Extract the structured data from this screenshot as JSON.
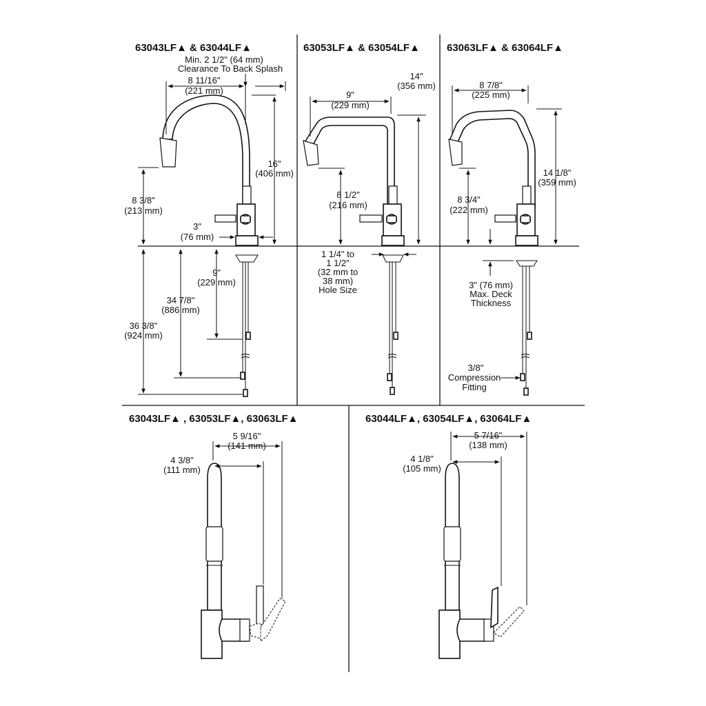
{
  "panels": {
    "p1": {
      "title": "63043LF▲ & 63044LF▲"
    },
    "p2": {
      "title": "63053LF▲ & 63054LF▲"
    },
    "p3": {
      "title": "63063LF▲ & 63064LF▲"
    },
    "p4": {
      "title": "63043LF▲ , 63053LF▲, 63063LF▲"
    },
    "p5": {
      "title": "63044LF▲, 63054LF▲, 63064LF▲"
    }
  },
  "dims": {
    "p1_clearance": [
      "Min. 2 1/2\" (64 mm)",
      "Clearance To Back Splash"
    ],
    "p1_reach": [
      "8 11/16\"",
      "(221 mm)"
    ],
    "p1_height": [
      "16\"",
      "(406 mm)"
    ],
    "p1_spout_height": [
      "8 3/8\"",
      "(213 mm)"
    ],
    "p1_base": [
      "3\"",
      "(76 mm)"
    ],
    "p1_shank": [
      "9\"",
      "(229 mm)"
    ],
    "p1_supply": [
      "34 7/8\"",
      "(886 mm)"
    ],
    "p1_total": [
      "36 3/8\"",
      "(924 mm)"
    ],
    "p2_height": [
      "14\"",
      "(356 mm)"
    ],
    "p2_reach": [
      "9\"",
      "(229 mm)"
    ],
    "p2_spout_height": [
      "8 1/2\"",
      "(216 mm)"
    ],
    "p2_hole": [
      "1 1/4\" to",
      "1 1/2\"",
      "(32 mm to",
      "38 mm)",
      "Hole Size"
    ],
    "p3_reach": [
      "8 7/8\"",
      "(225 mm)"
    ],
    "p3_height": [
      "14 1/8\"",
      "(359 mm)"
    ],
    "p3_spout_height": [
      "8 3/4\"",
      "(222 mm)"
    ],
    "p3_deck": [
      "3\" (76 mm)",
      "Max. Deck",
      "Thickness"
    ],
    "p3_fitting": [
      "3/8\"",
      "Compression",
      "Fitting"
    ],
    "p4_outer": [
      "5 9/16\"",
      "(141 mm)"
    ],
    "p4_inner": [
      "4 3/8\"",
      "(111 mm)"
    ],
    "p5_outer": [
      "5 7/16\"",
      "(138 mm)"
    ],
    "p5_inner": [
      "4 1/8\"",
      "(105 mm)"
    ]
  }
}
